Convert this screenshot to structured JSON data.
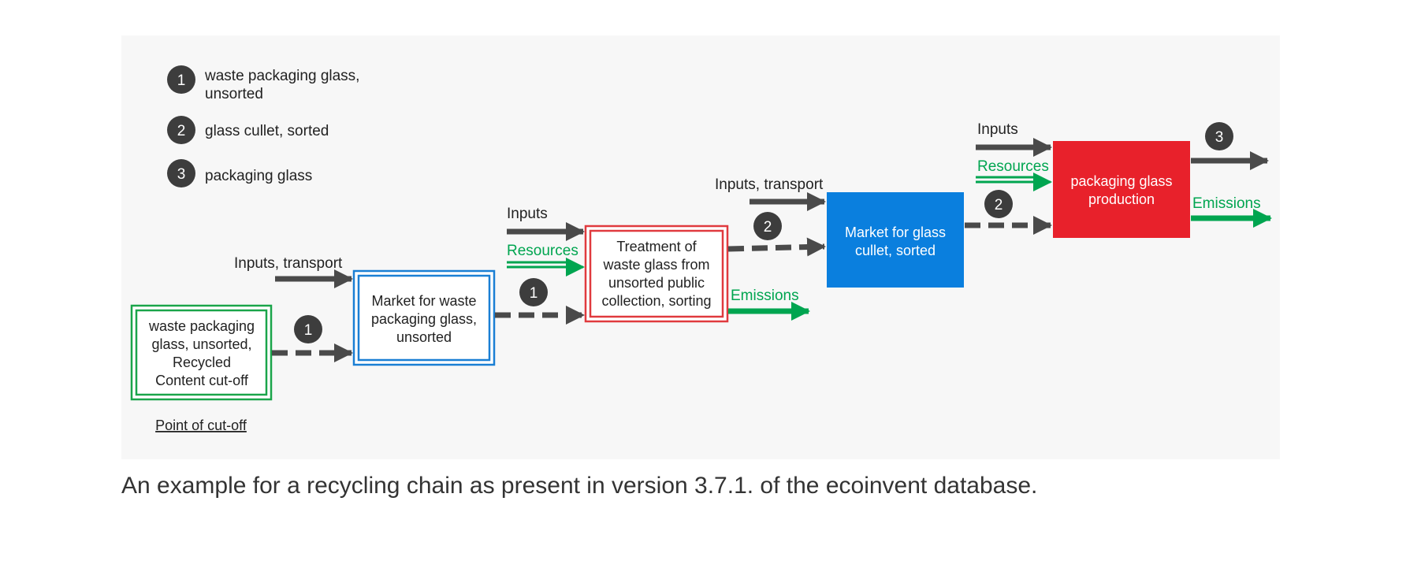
{
  "legend": {
    "items": [
      {
        "number": "1",
        "lines": [
          "waste packaging glass,",
          "unsorted"
        ]
      },
      {
        "number": "2",
        "lines": [
          "glass cullet, sorted"
        ]
      },
      {
        "number": "3",
        "lines": [
          "packaging glass"
        ]
      }
    ]
  },
  "boxes": {
    "cutoff": {
      "lines": [
        "waste packaging",
        "glass, unsorted,",
        "Recycled",
        "Content cut-off"
      ],
      "color": "#1aa54a"
    },
    "market_waste": {
      "lines": [
        "Market for waste",
        "packaging glass,",
        "unsorted"
      ],
      "color": "#1a7fd4"
    },
    "treatment": {
      "lines": [
        "Treatment of",
        "waste glass from",
        "unsorted public",
        "collection, sorting"
      ],
      "color": "#e03a3e"
    },
    "market_cullet": {
      "lines": [
        "Market for glass",
        "cullet, sorted"
      ],
      "color": "#0a7fde"
    },
    "production": {
      "lines": [
        "packaging glass",
        "production"
      ],
      "color": "#e8212b"
    }
  },
  "labels": {
    "point_of_cutoff": "Point of cut-off",
    "inputs_transport": "Inputs, transport",
    "inputs": "Inputs",
    "resources": "Resources",
    "emissions": "Emissions"
  },
  "flow_badges": [
    "1",
    "1",
    "2",
    "2",
    "3"
  ],
  "caption": "An example for a recycling chain as present in version 3.7.1. of the ecoinvent database.",
  "colors": {
    "background_panel": "#f7f7f7",
    "arrow_dark": "#4a4a4a",
    "arrow_green": "#00a550",
    "badge": "#3d3d3d"
  }
}
